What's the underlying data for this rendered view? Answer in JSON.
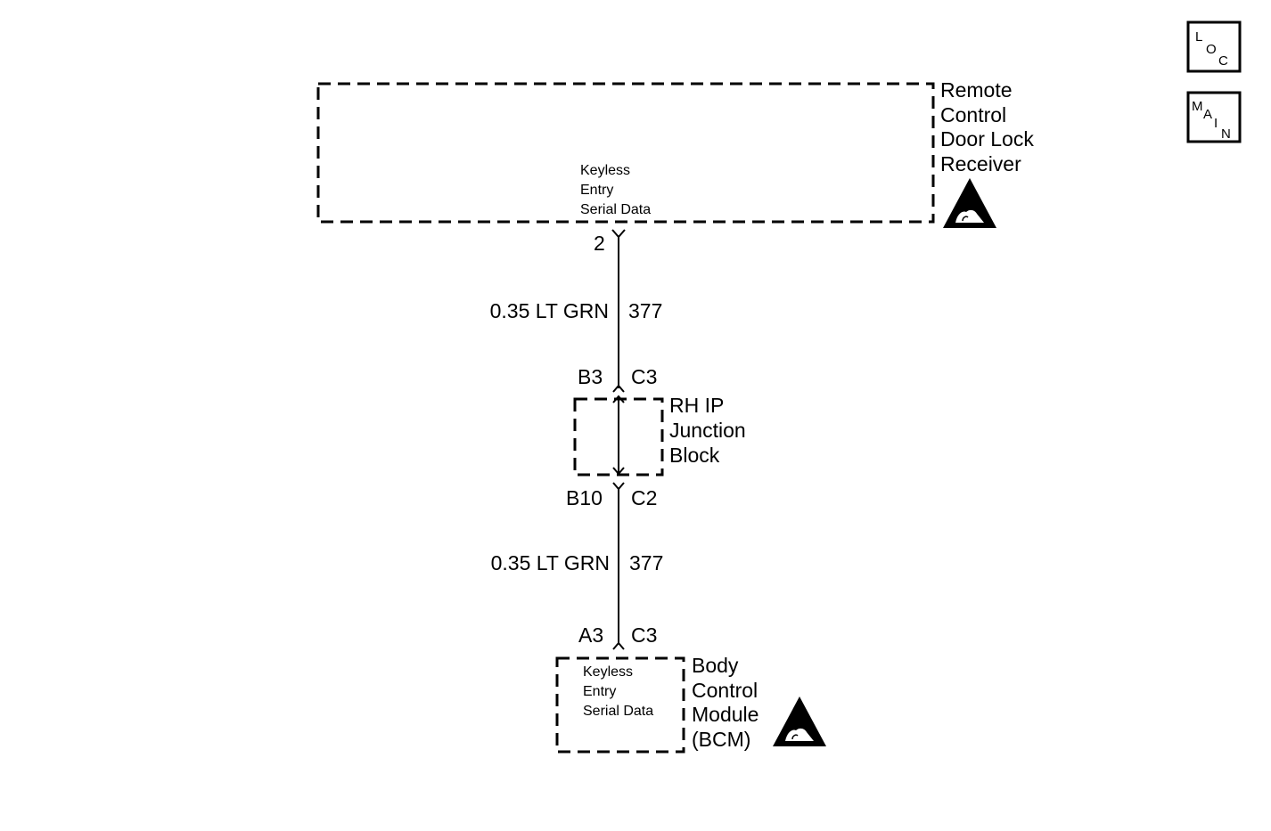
{
  "nav": {
    "loc": [
      "L",
      "O",
      "C"
    ],
    "main": [
      "M",
      "A",
      "I",
      "N"
    ]
  },
  "components": {
    "receiver": {
      "name_lines": [
        "Remote",
        "Control",
        "Door Lock",
        "Receiver"
      ],
      "circuit_lines": [
        "Keyless",
        "Entry",
        "Serial Data"
      ],
      "pin": "2",
      "esd_icon": "esd-sensitive-icon"
    },
    "junction": {
      "name_lines": [
        "RH IP",
        "Junction",
        "Block"
      ],
      "top_pin": "B3",
      "top_connector": "C3",
      "bottom_pin": "B10",
      "bottom_connector": "C2"
    },
    "bcm": {
      "name_lines": [
        "Body",
        "Control",
        "Module",
        "(BCM)"
      ],
      "circuit_lines": [
        "Keyless",
        "Entry",
        "Serial Data"
      ],
      "pin": "A3",
      "connector": "C3",
      "esd_icon": "esd-sensitive-icon"
    }
  },
  "wires": [
    {
      "gauge_color": "0.35 LT GRN",
      "circuit": "377"
    },
    {
      "gauge_color": "0.35 LT GRN",
      "circuit": "377"
    }
  ]
}
